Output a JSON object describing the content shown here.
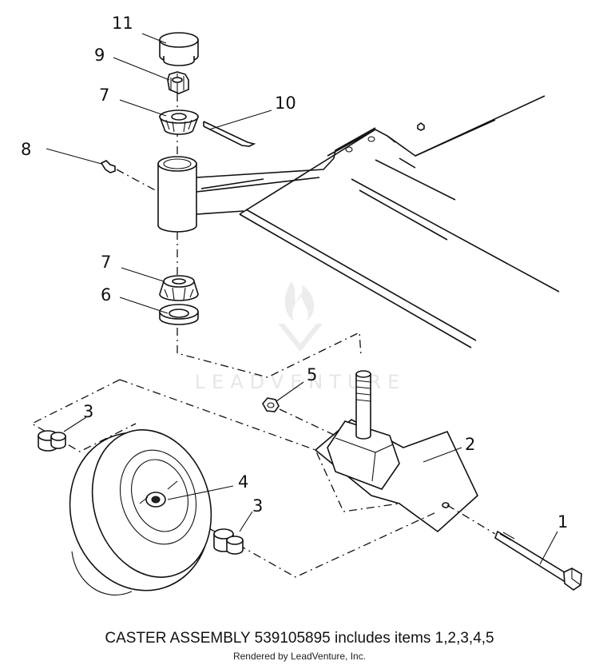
{
  "callouts": {
    "c1": "1",
    "c2": "2",
    "c3a": "3",
    "c3b": "3",
    "c4": "4",
    "c5": "5",
    "c6": "6",
    "c7a": "7",
    "c7b": "7",
    "c8": "8",
    "c9": "9",
    "c10": "10",
    "c11": "11"
  },
  "caption": "CASTER ASSEMBLY 539105895 includes items 1,2,3,4,5",
  "credit": "Rendered by LeadVenture, Inc.",
  "watermark": "LEADVENTURE"
}
